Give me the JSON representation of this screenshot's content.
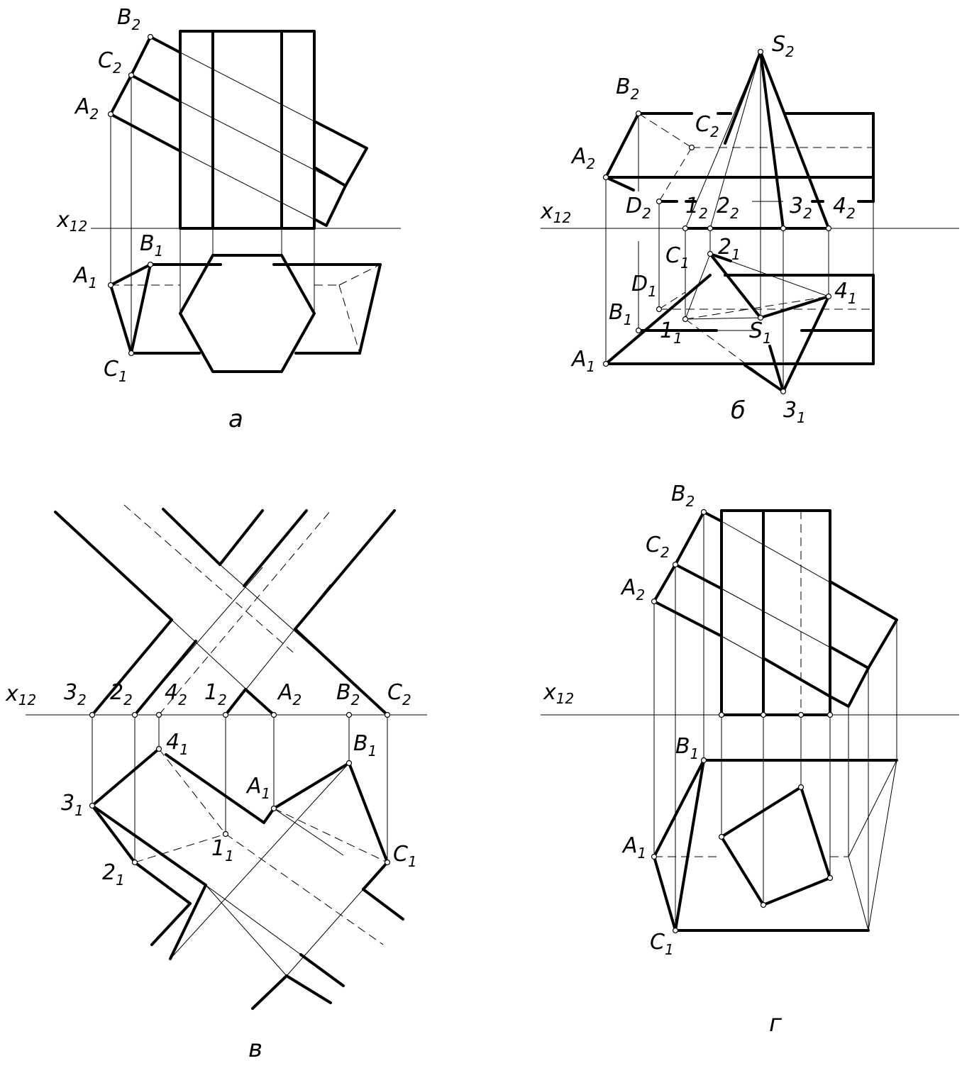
{
  "panels": {
    "a": {
      "caption": "а",
      "axis": {
        "base": "x",
        "sub": "12"
      },
      "points": {
        "B2": {
          "base": "B",
          "sub": "2"
        },
        "C2": {
          "base": "C",
          "sub": "2"
        },
        "A2": {
          "base": "A",
          "sub": "2"
        },
        "B1": {
          "base": "B",
          "sub": "1"
        },
        "A1": {
          "base": "A",
          "sub": "1"
        },
        "C1": {
          "base": "C",
          "sub": "1"
        }
      }
    },
    "b": {
      "caption": "б",
      "axis": {
        "base": "x",
        "sub": "12"
      },
      "points": {
        "S2": {
          "base": "S",
          "sub": "2"
        },
        "B2": {
          "base": "B",
          "sub": "2"
        },
        "C2": {
          "base": "C",
          "sub": "2"
        },
        "A2": {
          "base": "A",
          "sub": "2"
        },
        "D2": {
          "base": "D",
          "sub": "2"
        },
        "p12": {
          "base": "1",
          "sub": "2"
        },
        "p22": {
          "base": "2",
          "sub": "2"
        },
        "p32": {
          "base": "3",
          "sub": "2"
        },
        "p42": {
          "base": "4",
          "sub": "2"
        },
        "C1": {
          "base": "C",
          "sub": "1"
        },
        "p21": {
          "base": "2",
          "sub": "1"
        },
        "D1": {
          "base": "D",
          "sub": "1"
        },
        "p41": {
          "base": "4",
          "sub": "1"
        },
        "B1": {
          "base": "B",
          "sub": "1"
        },
        "p11": {
          "base": "1",
          "sub": "1"
        },
        "S1": {
          "base": "S",
          "sub": "1"
        },
        "A1": {
          "base": "A",
          "sub": "1"
        },
        "p31": {
          "base": "3",
          "sub": "1"
        }
      }
    },
    "v": {
      "caption": "в",
      "axis": {
        "base": "x",
        "sub": "12"
      },
      "points": {
        "p32": {
          "base": "3",
          "sub": "2"
        },
        "p22": {
          "base": "2",
          "sub": "2"
        },
        "p42": {
          "base": "4",
          "sub": "2"
        },
        "p12": {
          "base": "1",
          "sub": "2"
        },
        "A2": {
          "base": "A",
          "sub": "2"
        },
        "B2": {
          "base": "B",
          "sub": "2"
        },
        "C2": {
          "base": "C",
          "sub": "2"
        },
        "p41": {
          "base": "4",
          "sub": "1"
        },
        "B1": {
          "base": "B",
          "sub": "1"
        },
        "p31": {
          "base": "3",
          "sub": "1"
        },
        "A1": {
          "base": "A",
          "sub": "1"
        },
        "p11": {
          "base": "1",
          "sub": "1"
        },
        "C1": {
          "base": "C",
          "sub": "1"
        },
        "p21": {
          "base": "2",
          "sub": "1"
        }
      }
    },
    "g": {
      "caption": "г",
      "axis": {
        "base": "x",
        "sub": "12"
      },
      "points": {
        "B2": {
          "base": "B",
          "sub": "2"
        },
        "C2": {
          "base": "C",
          "sub": "2"
        },
        "A2": {
          "base": "A",
          "sub": "2"
        },
        "B1": {
          "base": "B",
          "sub": "1"
        },
        "A1": {
          "base": "A",
          "sub": "1"
        },
        "C1": {
          "base": "C",
          "sub": "1"
        }
      }
    }
  }
}
